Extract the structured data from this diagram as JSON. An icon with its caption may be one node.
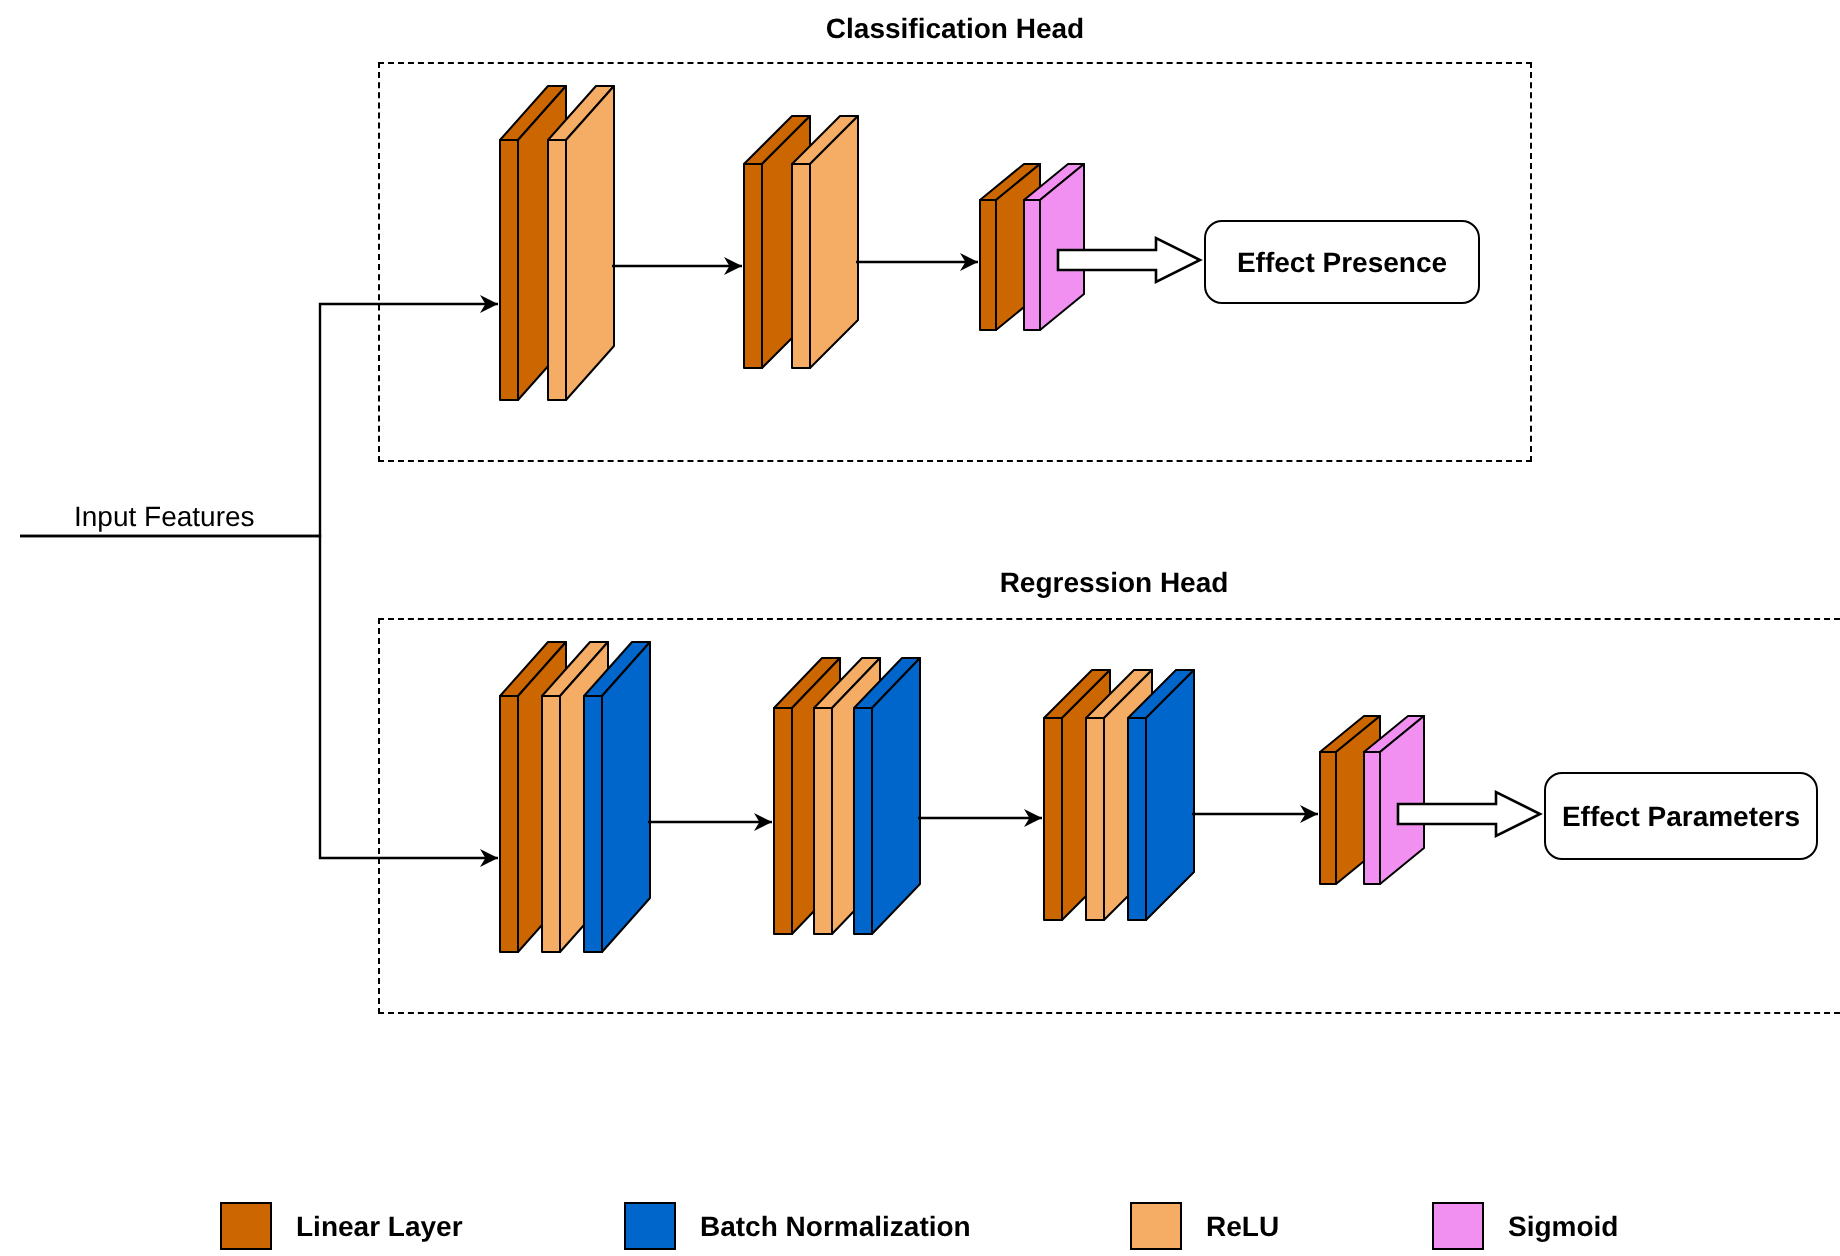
{
  "diagram": {
    "nodes": [
      {
        "text": [
          "Classification Head"
        ]
      },
      {
        "text": [],
        "shape": "box",
        "in": 0
      },
      {
        "text": [],
        "shape": "box",
        "in": 0
      },
      {
        "text": [],
        "shape": "box",
        "in": 0
      },
      {
        "text": [
          "Effect Presence"
        ],
        "in": 0
      },
      {
        "text": [
          "Regression Head"
        ]
      },
      {
        "text": [],
        "shape": "box",
        "in": 5
      },
      {
        "text": [],
        "shape": "box",
        "in": 5
      },
      {
        "text": [],
        "shape": "box",
        "in": 5
      },
      {
        "text": [],
        "shape": "box",
        "in": 5
      },
      {
        "text": [
          "Effect Parameters"
        ],
        "in": 5
      },
      {
        "text": [
          "Input Features"
        ]
      }
    ],
    "edges": [
      {
        "from": 11,
        "to": 1,
        "arrow": "to"
      },
      {
        "from": 11,
        "to": 6,
        "arrow": "to"
      },
      {
        "from": 1,
        "to": 2,
        "arrow": "to"
      },
      {
        "from": 2,
        "to": 3,
        "arrow": "to"
      },
      {
        "from": 3,
        "to": 4,
        "arrow": "to",
        "style": "thick"
      },
      {
        "from": 6,
        "to": 7,
        "arrow": "to"
      },
      {
        "from": 7,
        "to": 8,
        "arrow": "to"
      },
      {
        "from": 8,
        "to": 9,
        "arrow": "to"
      },
      {
        "from": 9,
        "to": 10,
        "arrow": "to",
        "style": "thick"
      }
    ],
    "legend": [
      {
        "text": "Linear Layer",
        "color": "#cc6600"
      },
      {
        "text": "Batch Normalization",
        "color": "#0066cc"
      },
      {
        "text": "ReLU",
        "color": "#f5ad65"
      },
      {
        "text": "Sigmoid",
        "color": "#f190f0"
      }
    ]
  }
}
